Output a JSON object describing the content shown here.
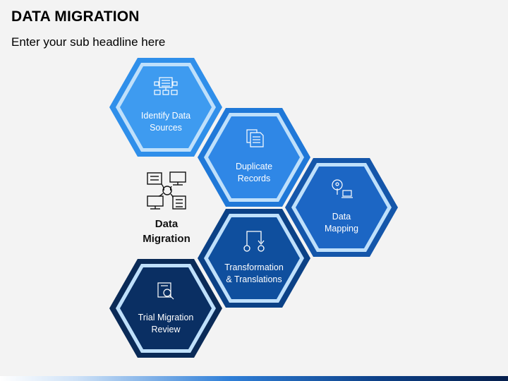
{
  "title": "DATA MIGRATION",
  "subtitle": "Enter your sub headline here",
  "center": {
    "line1": "Data",
    "line2": "Migration",
    "icon": "server-network-icon"
  },
  "hexagons": [
    {
      "line1": "Identify Data",
      "line2": "Sources",
      "icon": "data-sources-icon",
      "fill": "#3e9bf0",
      "ring": "#bfe0fb",
      "outer": "#2f8fea"
    },
    {
      "line1": "Duplicate",
      "line2": "Records",
      "icon": "documents-icon",
      "fill": "#2f87e6",
      "ring": "#bfe0fb",
      "outer": "#1f78d8"
    },
    {
      "line1": "Data",
      "line2": "Mapping",
      "icon": "location-laptop-icon",
      "fill": "#1c66c4",
      "ring": "#bfe0fb",
      "outer": "#1456aa"
    },
    {
      "line1": "Transformation",
      "line2": "& Translations",
      "icon": "flow-icon",
      "fill": "#0f4f9e",
      "ring": "#bfe0fb",
      "outer": "#0b4186"
    },
    {
      "line1": "Trial Migration",
      "line2": "Review",
      "icon": "magnify-document-icon",
      "fill": "#0a2f63",
      "ring": "#bfe0fb",
      "outer": "#0a2a57"
    }
  ]
}
